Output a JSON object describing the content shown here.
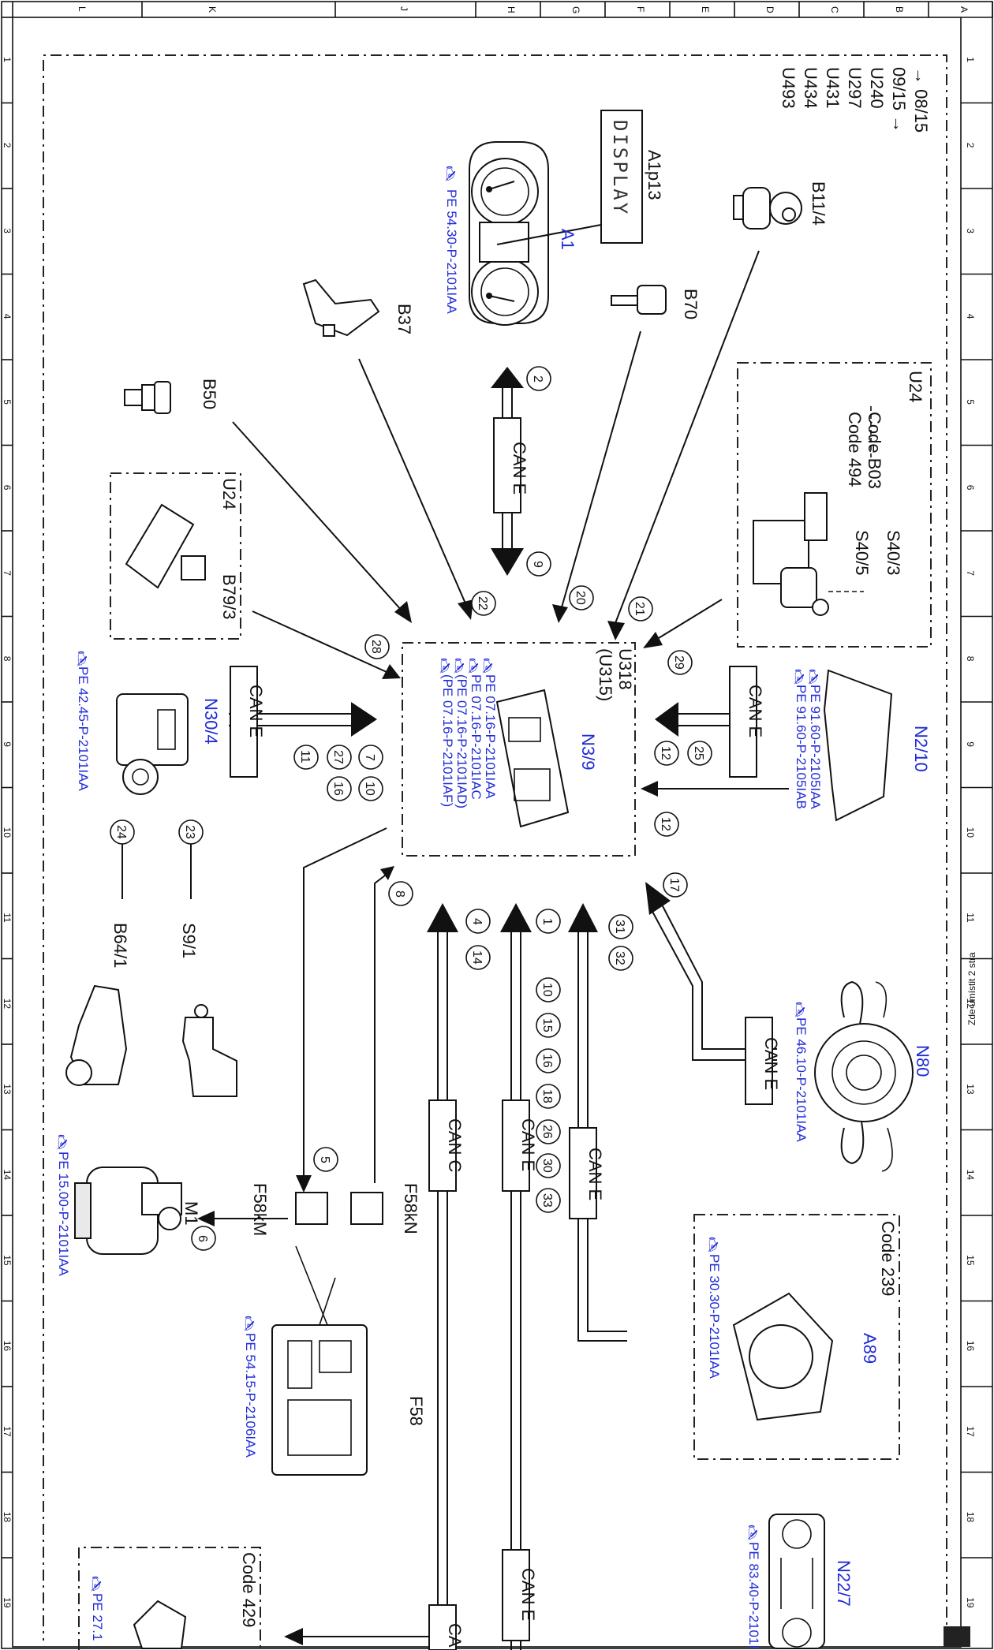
{
  "grid": {
    "rows": [
      "A",
      "B",
      "C",
      "D",
      "E",
      "F",
      "G",
      "H",
      "J",
      "K",
      "L"
    ],
    "cols": [
      "1",
      "2",
      "3",
      "4",
      "5",
      "6",
      "7",
      "8",
      "9",
      "10",
      "11",
      "12",
      "13",
      "14",
      "15",
      "16",
      "17",
      "18",
      "19"
    ]
  },
  "header": {
    "date_from": "→ 08/15",
    "date_to": "09/15 →",
    "models": [
      "U240",
      "U297",
      "U431",
      "U434",
      "U493"
    ]
  },
  "components": {
    "b11_4": "B11/4",
    "a1p13": "A1p13",
    "display": "DISPLAY",
    "a1": "A1",
    "a1_ref": "PE 54.30-P-2101IAA",
    "b70": "B70",
    "b37": "B37",
    "b50": "B50",
    "u24_top": "U24",
    "code_b03": "Code B03",
    "code_494": "Code 494",
    "s40_3": "S40/3",
    "s40_5": "S40/5",
    "u24_left": "U24",
    "b79_3": "B79/3",
    "n2_10": "N2/10",
    "n2_10_ref1": "PE 91.60-P-2105IAA",
    "n2_10_ref2": "PE 91.60-P-2105IAB",
    "u318": "U318",
    "u315": "(U315)",
    "n3_9": "N3/9",
    "n3_9_ref1": "PE 07.16-P-2101IAA",
    "n3_9_ref2": "PE 07.16-P-2101IAC",
    "n3_9_ref3": "(PE 07.16-P-2101IAD)",
    "n3_9_ref4": "(PE 07.16-P-2101IAF)",
    "n30_4": "N30/4",
    "n30_4_ref": "PE 42.45-P-2101IAA",
    "s9_1": "S9/1",
    "b64_1": "B64/1",
    "n80": "N80",
    "n80_ref": "PE 46.10-P-2101IAA",
    "m1": "M1",
    "m1_ref": "PE 15.00-P-2101IAA",
    "f58kn": "F58kN",
    "f58km": "F58kM",
    "f58": "F58",
    "f58_ref": "PE 54.15-P-2106IAA",
    "code_239": "Code 239",
    "a89": "A89",
    "a89_ref": "PE 30.30-P-2101IAA",
    "n22_7": "N22/7",
    "n22_7_ref": "PE 83.40-P-2101I",
    "code_429": "Code 429",
    "code_429_ref": "PE 27.1"
  },
  "buses": {
    "can_e": "CAN E",
    "can_c": "CAN C",
    "can_cut": "CA"
  },
  "signals": [
    "1",
    "2",
    "4",
    "5",
    "6",
    "7",
    "8",
    "9",
    "10",
    "11",
    "12",
    "14",
    "15",
    "16",
    "17",
    "18",
    "20",
    "21",
    "22",
    "23",
    "24",
    "25",
    "26",
    "27",
    "28",
    "29",
    "30",
    "31",
    "32",
    "33"
  ],
  "footer_note": "Zde umístit 2 stra"
}
